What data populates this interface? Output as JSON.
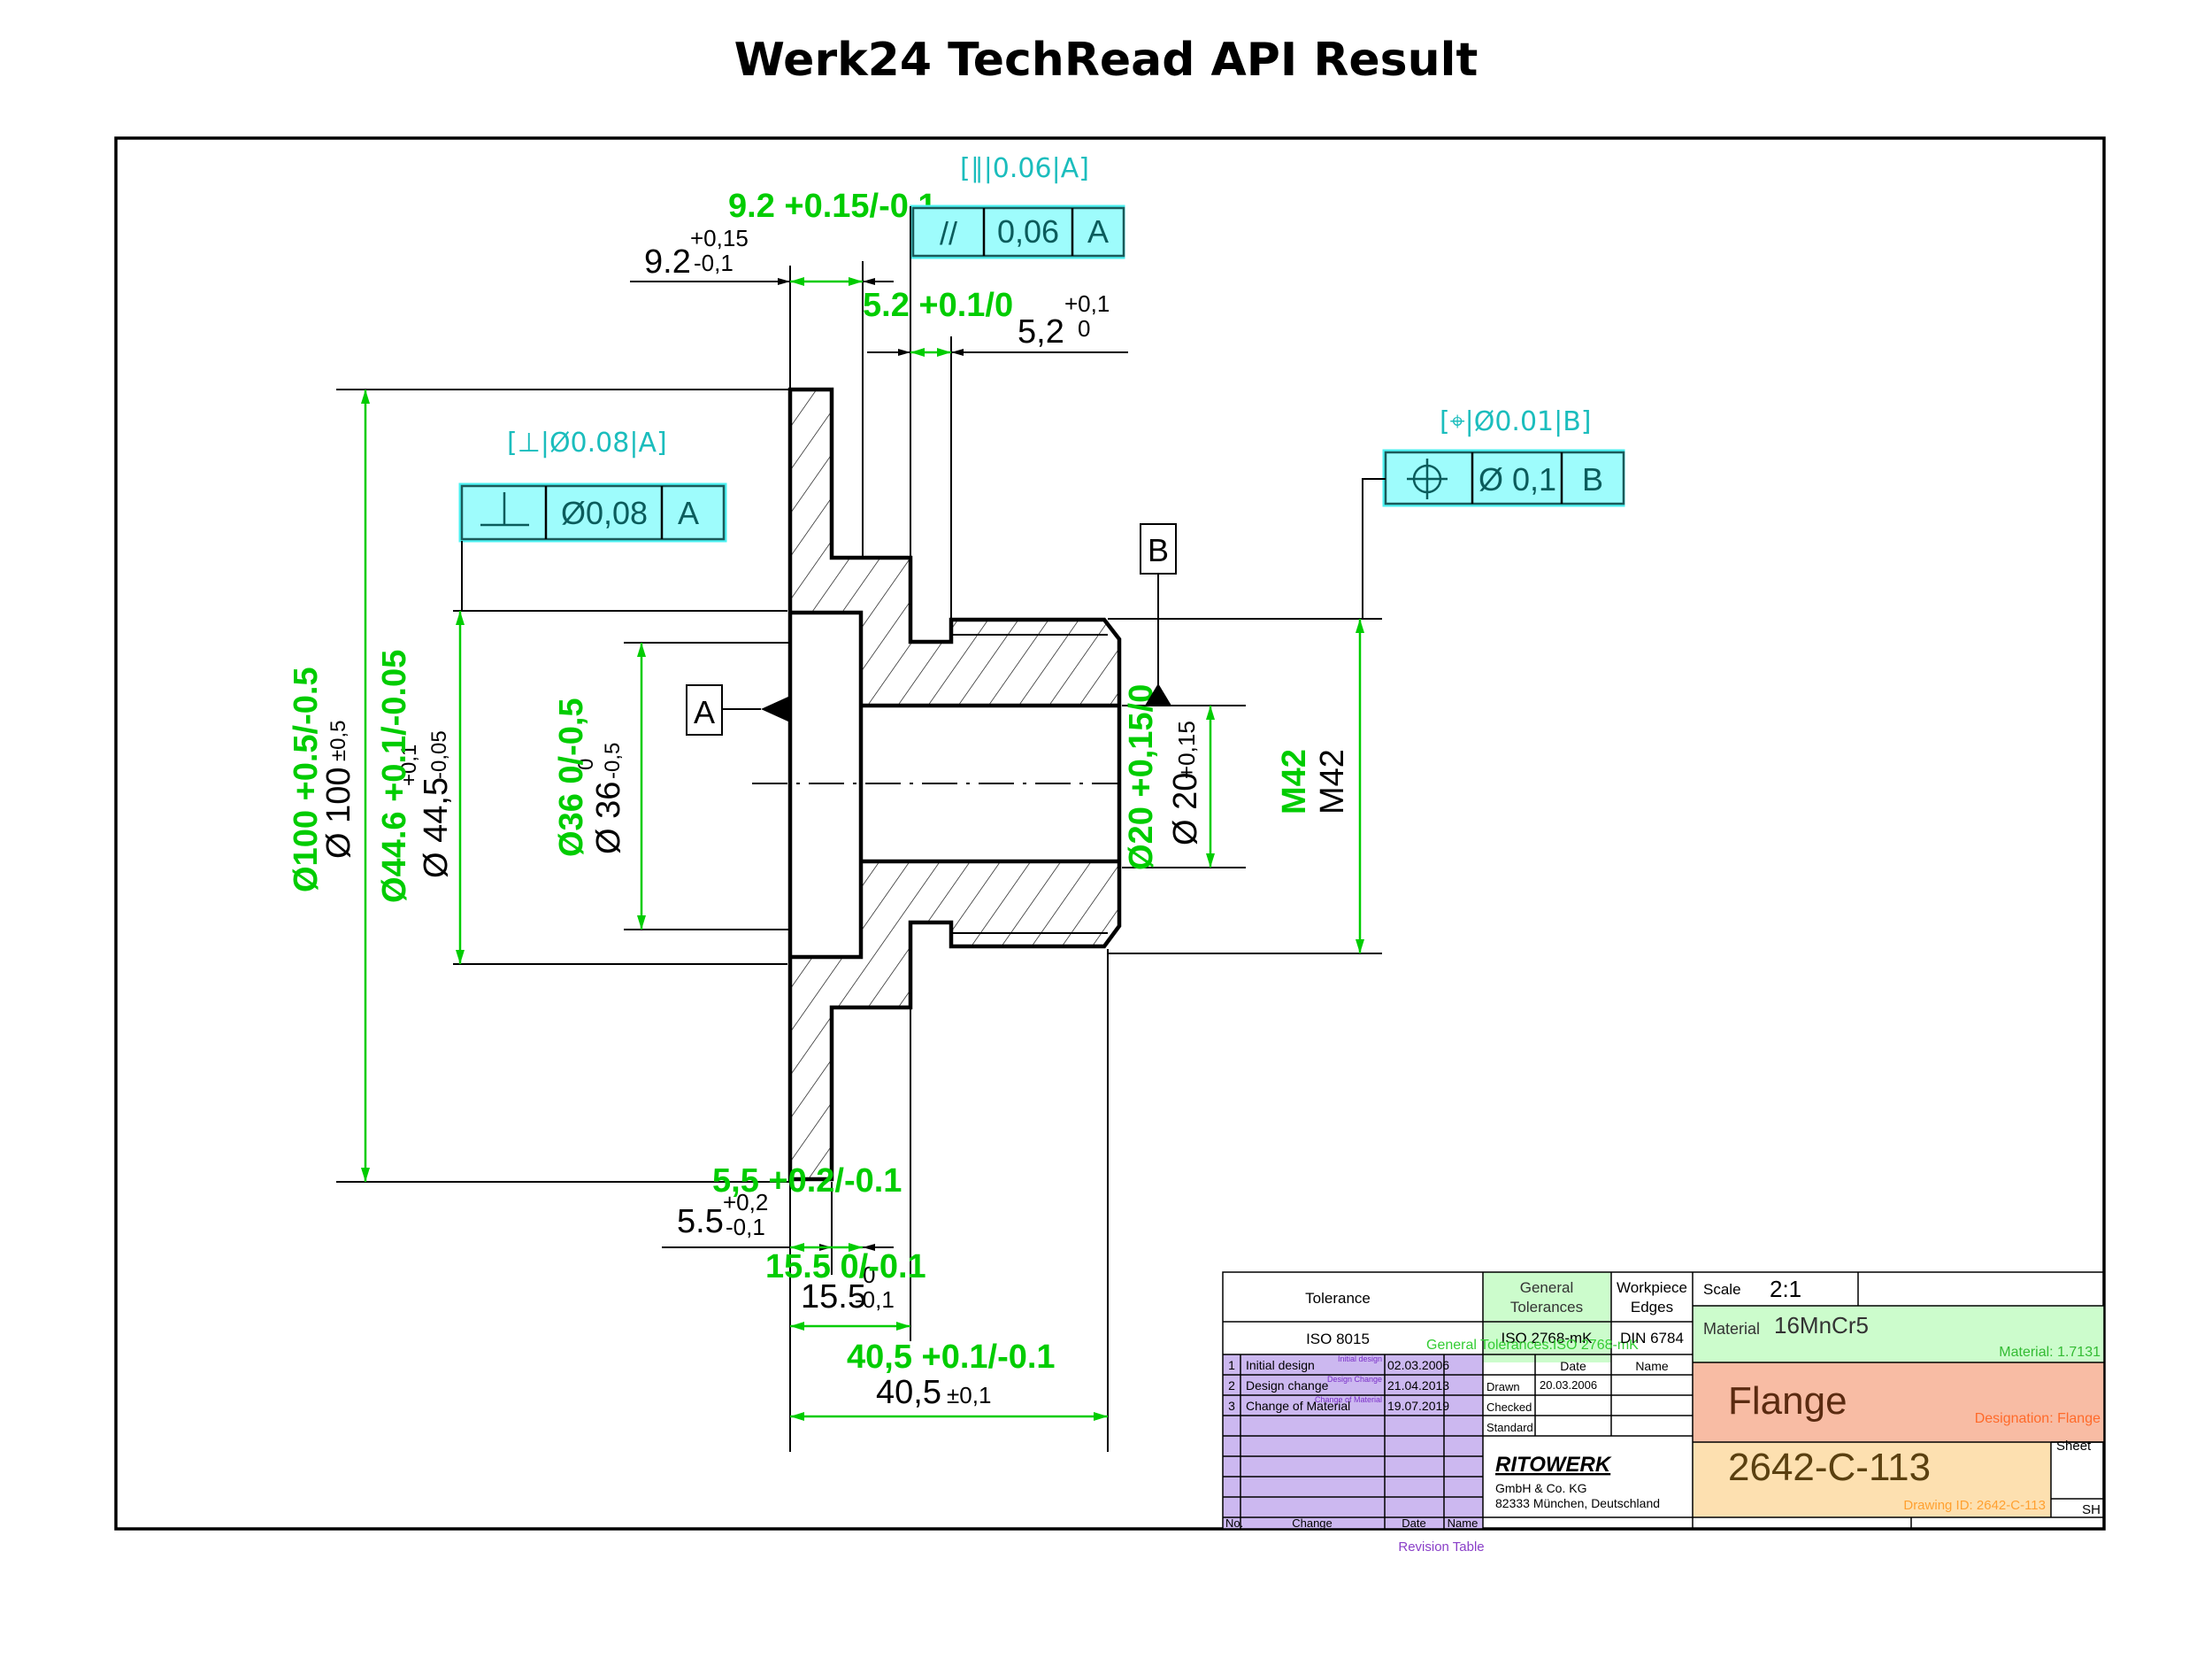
{
  "header": {
    "title": "Werk24 TechRead API Result"
  },
  "colors": {
    "extracted_dimension": "#00cc00",
    "gdt_label": "#1bbdbd",
    "gdt_frame_fill": "#9efcfc",
    "general_tolerances_fill": "#ccfccc",
    "material_fill": "#ccfccc",
    "designation_fill": "#f8bca4",
    "drawing_id_fill": "#fde0b0",
    "revision_fill": "#ccb8f0"
  },
  "dimensions": {
    "d9_2": {
      "drawing_value": "9.2",
      "drawing_upper": "+0,15",
      "drawing_lower": "-0,1",
      "extracted": "9.2 +0.15/-0.1"
    },
    "d5_2": {
      "drawing_value": "5,2",
      "drawing_upper": "+0,1",
      "drawing_lower": "0",
      "extracted": "5.2 +0.1/0"
    },
    "d100": {
      "drawing_value": "Ø 100",
      "drawing_tol": "±0,5",
      "extracted": "Ø100 +0.5/-0.5"
    },
    "d44_5": {
      "drawing_value": "Ø 44,5",
      "drawing_upper": "+0,1",
      "drawing_lower": "-0,05",
      "extracted": "Ø44.6 +0.1/-0.05"
    },
    "d36": {
      "drawing_value": "Ø 36",
      "drawing_upper": "0",
      "drawing_lower": "-0,5",
      "extracted": "Ø36 0/-0,5"
    },
    "d20": {
      "drawing_value": "Ø 20",
      "drawing_tol": "+0,15",
      "extracted": "Ø20 +0,15/0"
    },
    "m42": {
      "drawing_value": "M42",
      "extracted": "M42"
    },
    "d5_5": {
      "drawing_value": "5.5",
      "drawing_upper": "+0,2",
      "drawing_lower": "-0,1",
      "extracted": "5,5 +0.2/-0.1"
    },
    "d15_5": {
      "drawing_value": "15.5",
      "drawing_upper": "0",
      "drawing_lower": "-0,1",
      "extracted": "15.5 0/-0.1"
    },
    "d40_5": {
      "drawing_value": "40,5",
      "drawing_tol": "±0,1",
      "extracted": "40,5 +0.1/-0.1"
    }
  },
  "gdt": [
    {
      "id": "parallelism",
      "symbol": "//",
      "tolerance": "0,06",
      "datum": "A",
      "extracted": "[∥|0.06|A]"
    },
    {
      "id": "perpendicularity",
      "symbol": "⊥",
      "tolerance": "Ø0,08",
      "datum": "A",
      "extracted": "[⊥|Ø0.08|A]"
    },
    {
      "id": "position",
      "symbol": "⌖",
      "tolerance": "Ø 0,1",
      "datum": "B",
      "extracted": "[⌖|Ø0.01|B]"
    }
  ],
  "datums": {
    "a": "A",
    "b": "B"
  },
  "title_block": {
    "tolerance_label": "Tolerance",
    "tolerance_value": "ISO 8015",
    "general_tol_label_1": "General",
    "general_tol_label_2": "Tolerances",
    "general_tol_value": "ISO 2768-mK",
    "general_tol_extracted": "General Tolerances:ISO 2768-mK",
    "edges_label_1": "Workpiece",
    "edges_label_2": "Edges",
    "edges_value": "DIN 6784",
    "scale_label": "Scale",
    "scale_value": "2:1",
    "material_label": "Material",
    "material_value": "16MnCr5",
    "material_extracted": "Material: 1.7131",
    "date_header": "Date",
    "name_header": "Name",
    "drawn_label": "Drawn",
    "drawn_date": "20.03.2006",
    "checked_label": "Checked",
    "standard_label": "Standard",
    "designation": "Flange",
    "designation_extracted": "Designation: Flange",
    "company": "RITOWERK",
    "company_line2": "GmbH & Co. KG",
    "company_line3": "82333 München, Deutschland",
    "drawing_id": "2642-C-113",
    "drawing_id_extracted": "Drawing ID: 2642-C-113",
    "sheet_label": "Sheet",
    "sheet_value": "SH"
  },
  "revisions": {
    "caption": "Revision Table",
    "headers": {
      "no": "No.",
      "change": "Change",
      "date": "Date",
      "name": "Name"
    },
    "rows": [
      {
        "no": "1",
        "change": "Initial design",
        "date": "02.03.2006",
        "name": ""
      },
      {
        "no": "2",
        "change": "Design change",
        "date": "21.04.2013",
        "name": ""
      },
      {
        "no": "3",
        "change": "Change of Material",
        "date": "19.07.2019",
        "name": ""
      }
    ],
    "extracted_labels": [
      "Initial design",
      "Design Change",
      "Change of Material"
    ]
  }
}
